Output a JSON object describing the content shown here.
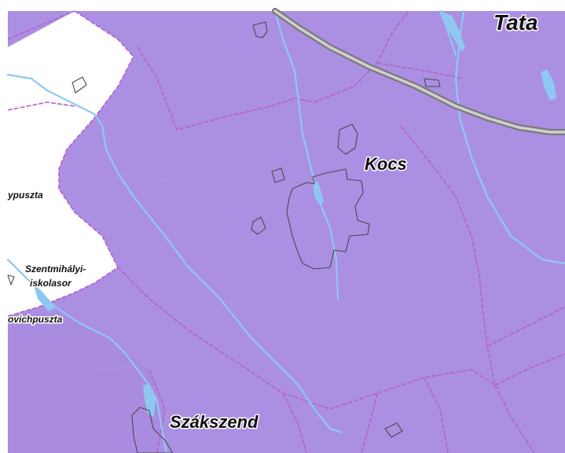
{
  "map": {
    "colors": {
      "region_fill": "#ab8fe3",
      "region_fill_alt": "#a98ce0",
      "outside_fill": "#ffffff",
      "boundary": "#b562c8",
      "water": "#8ec8f2",
      "road_outer": "#7a7a7a",
      "road_inner": "#cfcfcf",
      "settlement_outline": "#4a4a4a",
      "label": "#111111"
    },
    "labels": {
      "tata": "Tata",
      "kocs": "Kocs",
      "ypuszta": "ypuszta",
      "szentmihalyi": "Szentmihályi-",
      "iskolasor": "iskolasor",
      "vichpuszta": "ovichpuszta",
      "szakszend": "Szákszend"
    }
  }
}
